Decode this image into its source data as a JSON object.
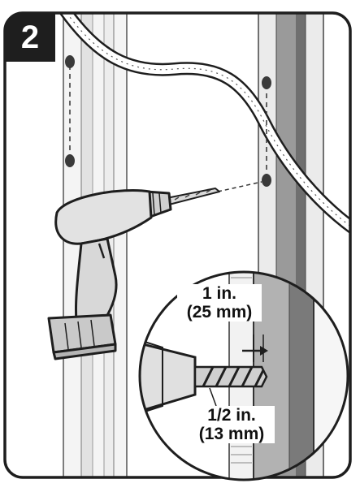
{
  "step": {
    "number": "2"
  },
  "callout": {
    "depth_line1": "1 in.",
    "depth_line2": "(25 mm)",
    "bit_line1": "1/2 in.",
    "bit_line2": "(13 mm)"
  },
  "colors": {
    "outline": "#1e1e1e",
    "stud_light": "#ebebeb",
    "stud_dark": "#8a8a8a",
    "drill_body": "#dcdcdc",
    "background": "#ffffff"
  }
}
